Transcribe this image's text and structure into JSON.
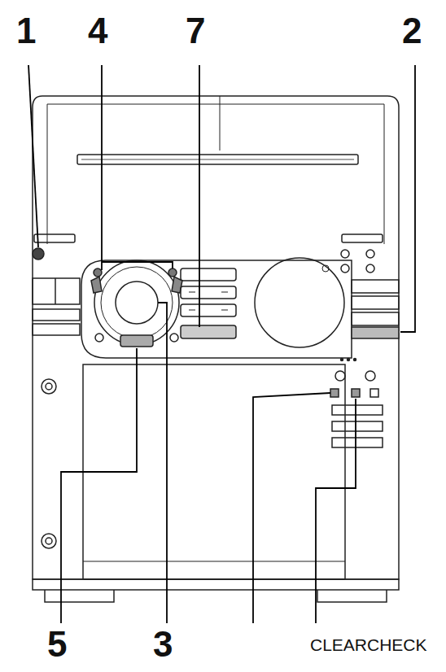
{
  "diagram": {
    "labels": [
      "1",
      "4",
      "7",
      "2",
      "5",
      "3",
      "CLEARCHECK"
    ]
  }
}
